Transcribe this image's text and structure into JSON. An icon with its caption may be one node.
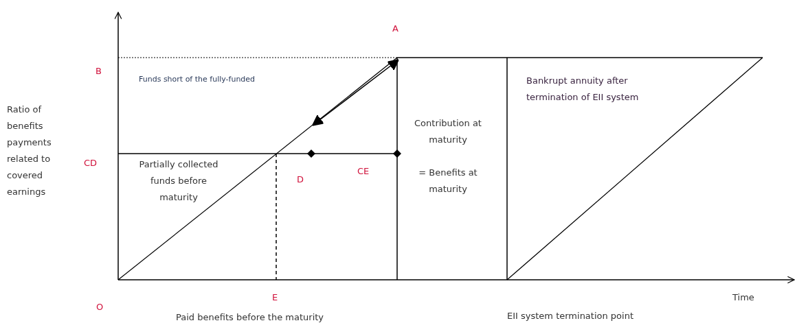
{
  "diagram": {
    "labels": [
      "A",
      "B",
      "Funds short of the fully-funded",
      "Bankrupt annuity after termination of EII system",
      "Ratio of benefits payments related to covered earnings",
      "Contribution at maturity",
      "CD",
      "Partially collected funds before maturity",
      "= Benefits at maturity",
      "D",
      "CE",
      "E",
      "Time",
      "O",
      "EII system termination point",
      "Paid benefits before the maturity"
    ]
  }
}
